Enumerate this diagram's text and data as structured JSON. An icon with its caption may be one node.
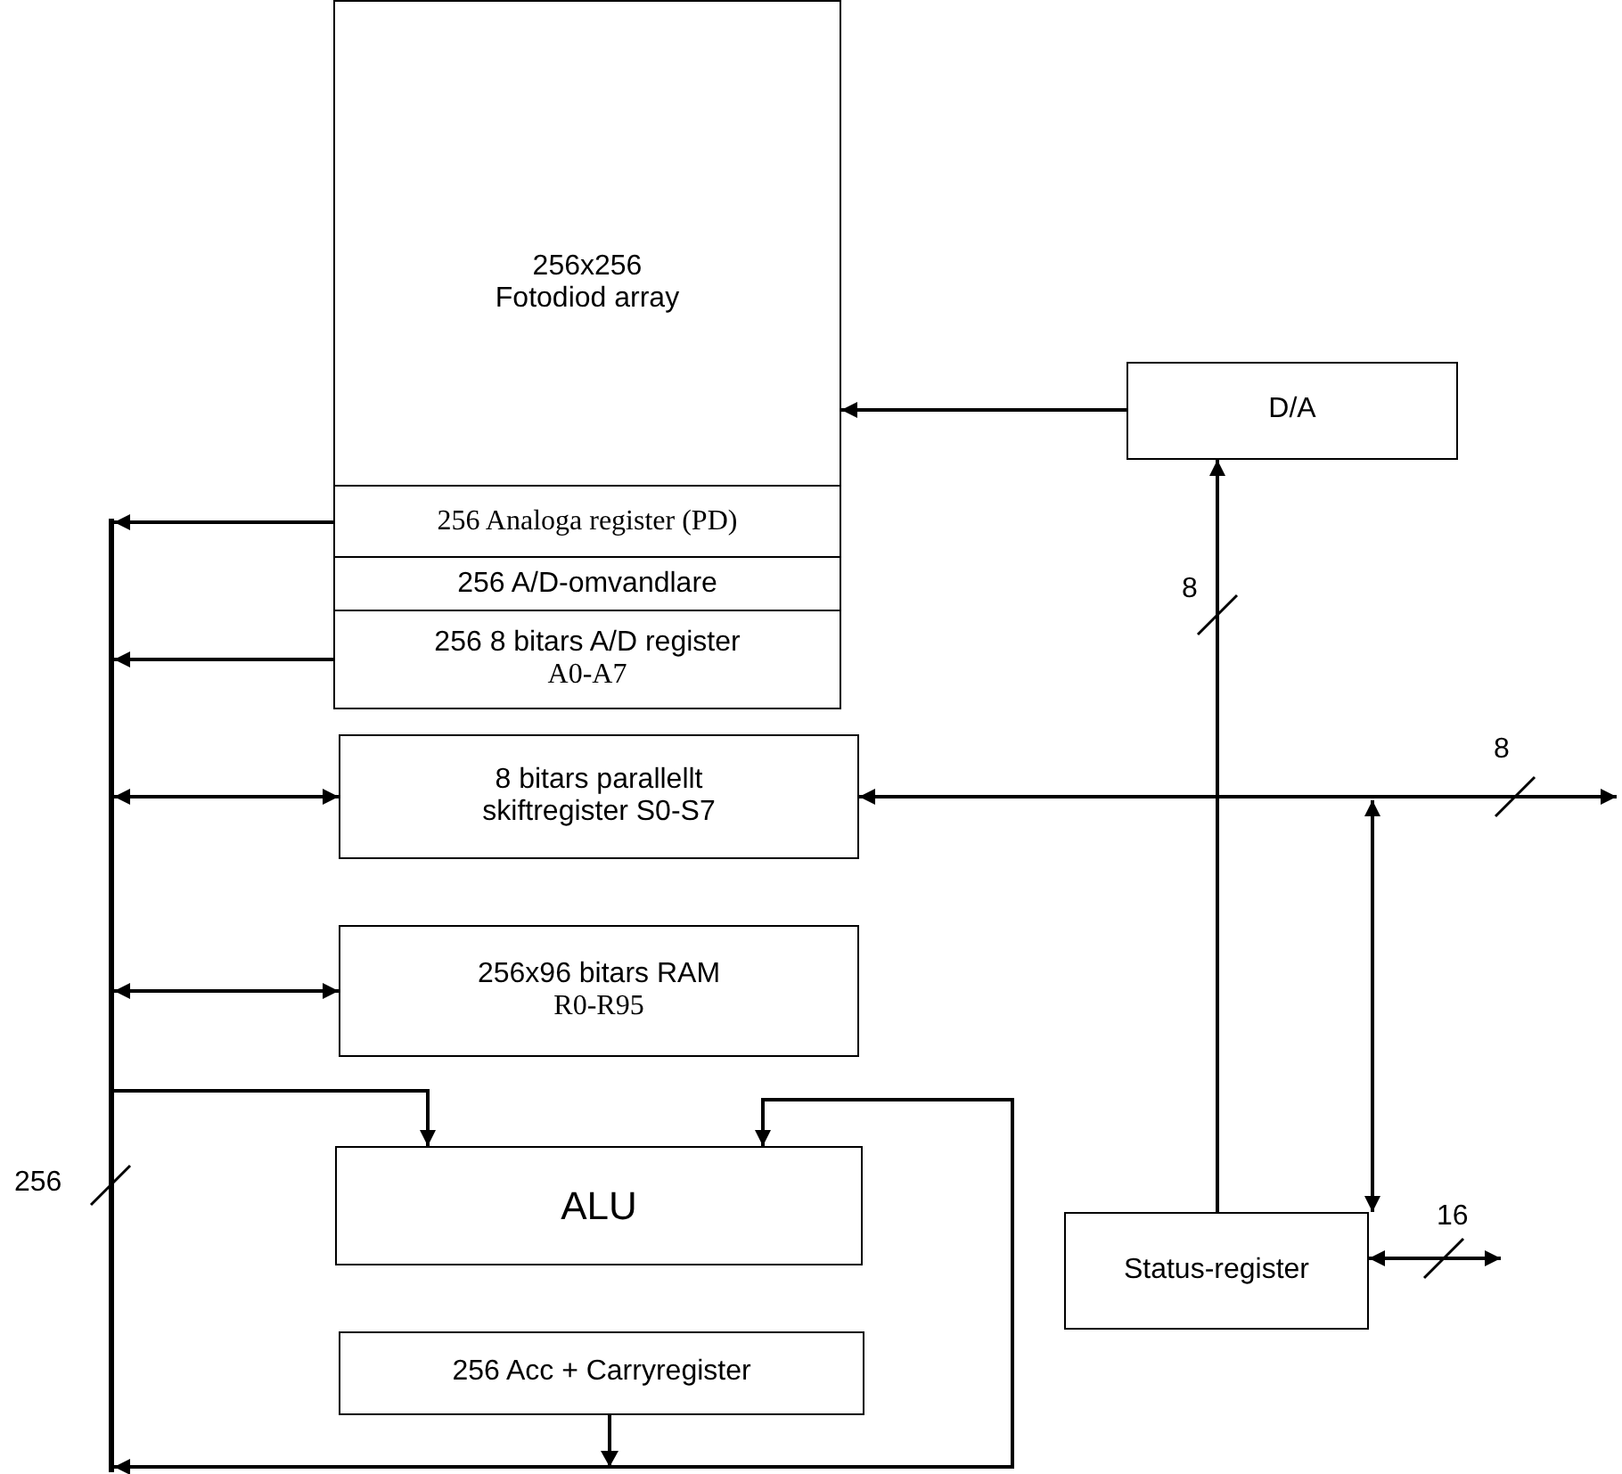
{
  "diagram": {
    "nodes": [
      {
        "text": [
          "256x256 Fotodiod array"
        ]
      },
      {
        "text": [
          "256 Analoga register (PD)"
        ]
      },
      {
        "text": [
          "256 A/D-omvandlare"
        ]
      },
      {
        "text": [
          "256 8 bitars A/D register",
          "A0-A7"
        ]
      },
      {
        "text": [
          "8 bitars parallellt skiftregister S0-S7"
        ]
      },
      {
        "text": [
          "256x96 bitars RAM",
          "R0-R95"
        ]
      },
      {
        "text": [
          "ALU"
        ]
      },
      {
        "text": [
          "256 Acc + Carryregister"
        ]
      },
      {
        "text": [
          "D/A"
        ]
      },
      {
        "text": [
          "Status-register"
        ]
      },
      {
        "text": [],
        "shape": "bar"
      }
    ],
    "edges": [
      {
        "from": 1,
        "to": 10,
        "arrow": "to"
      },
      {
        "from": 3,
        "to": 10,
        "arrow": "to"
      },
      {
        "from": 4,
        "to": 10,
        "arrow": "both"
      },
      {
        "from": 5,
        "to": 10,
        "arrow": "both"
      },
      {
        "from": 10,
        "to": 6,
        "arrow": "to"
      },
      {
        "from": 7,
        "to": 6,
        "arrow": "to"
      },
      {
        "from": 7,
        "to": 10,
        "arrow": "to"
      },
      {
        "from": 8,
        "to": 0,
        "arrow": "to"
      },
      {
        "from": 9,
        "to": 8,
        "arrow": "to"
      },
      {
        "from": 4,
        "to": null,
        "arrow": "both"
      },
      {
        "from": 9,
        "to": null,
        "arrow": "both"
      },
      {
        "from": 9,
        "to": null,
        "arrow": "both"
      }
    ],
    "labels": [
      "8",
      "8",
      "256",
      "16"
    ]
  }
}
